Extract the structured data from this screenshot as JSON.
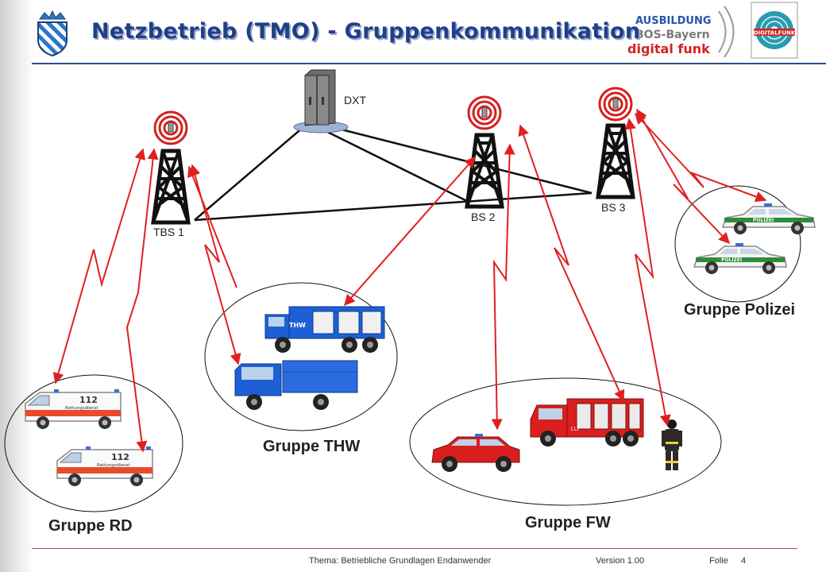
{
  "header": {
    "title": "Netzbetrieb (TMO) - Gruppenkommunikation",
    "logo_ausbildung_text": [
      "AUSBILDUNG",
      "BOS-Bayern",
      "digital funk"
    ],
    "logo_digitalfunk_text": "DIGITALFUNK"
  },
  "nodes": {
    "dxt": "DXT",
    "tbs1": "TBS 1",
    "bs2": "BS 2",
    "bs3": "BS 3"
  },
  "groups": {
    "rd": "Gruppe RD",
    "thw": "Gruppe THW",
    "fw": "Gruppe FW",
    "polizei": "Gruppe Polizei"
  },
  "vehicle_markings": {
    "ambulance_number": "112",
    "ambulance_text": "Rettungsdienst",
    "thw": "THW",
    "police": "POLIZEI",
    "fire_truck_number": "112"
  },
  "footer": {
    "topic": "Thema: Betriebliche Grundlagen Endanwender",
    "version": "Version 1.00",
    "slide_label": "Folie",
    "slide_number": "4"
  },
  "colors": {
    "title": "#1f3f8a",
    "arrow": "#e02020",
    "link": "#111111",
    "bavaria_blue": "#2a76c8",
    "police_green": "#2e8b3a",
    "thw_blue": "#1e5fd6",
    "fire_red": "#d91e1e"
  },
  "icons": [
    "bavaria-coat-of-arms-icon",
    "server-icon",
    "radio-tower-icon",
    "ambulance-icon",
    "thw-truck-icon",
    "fire-truck-icon",
    "fire-car-icon",
    "firefighter-icon",
    "police-car-icon"
  ]
}
